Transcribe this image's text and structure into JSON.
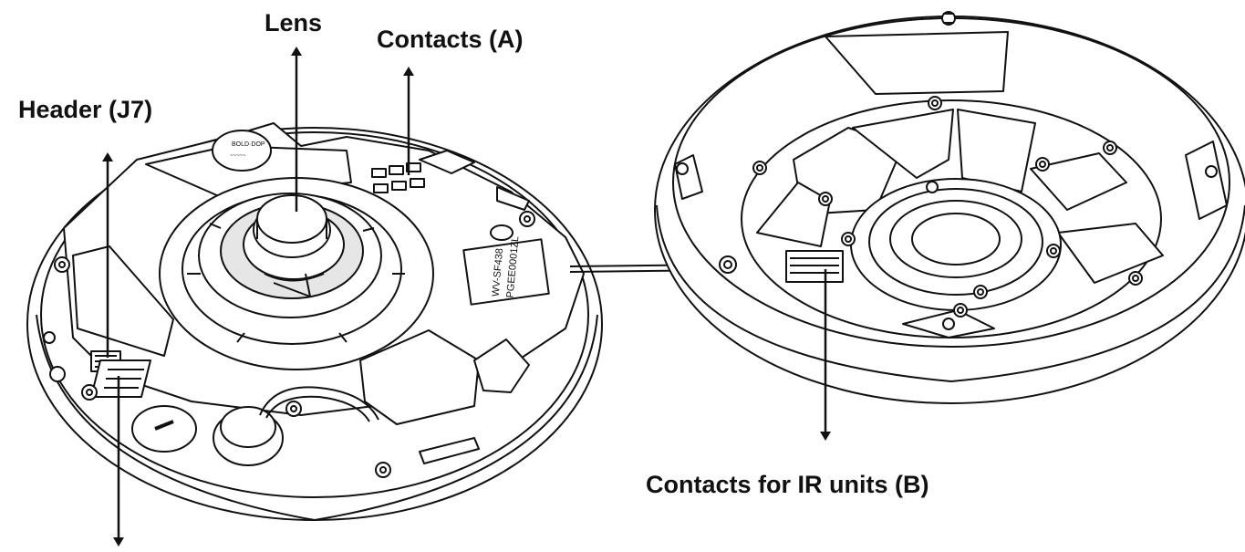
{
  "labels": {
    "lens": "Lens",
    "contacts_a": "Contacts (A)",
    "header_j7": "Header (J7)",
    "contacts_ir": "Contacts for IR units (B)"
  },
  "sticker_text": {
    "line1": "WV-SF438",
    "line2": "PGEE0001ZL"
  },
  "colors": {
    "ink": "#111111",
    "background": "#ffffff",
    "fill": "#ffffff",
    "shade": "#e6e6e6"
  }
}
